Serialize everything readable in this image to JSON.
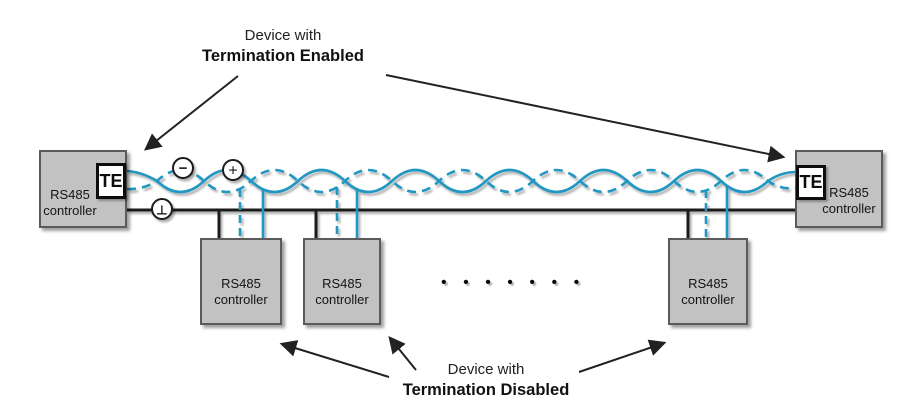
{
  "diagram": {
    "annotation_top": {
      "line1": "Device with",
      "line2": "Termination Enabled"
    },
    "annotation_bottom": {
      "line1": "Device with",
      "line2": "Termination Disabled"
    },
    "devices": {
      "left_end": {
        "name_line1": "RS485",
        "name_line2": "controller",
        "te_badge": "TE",
        "termination": "enabled"
      },
      "right_end": {
        "name_line1": "RS485",
        "name_line2": "controller",
        "te_badge": "TE",
        "termination": "enabled"
      },
      "tap_1": {
        "name_line1": "RS485",
        "name_line2": "controller",
        "termination": "disabled"
      },
      "tap_2": {
        "name_line1": "RS485",
        "name_line2": "controller",
        "termination": "disabled"
      },
      "tap_3": {
        "name_line1": "RS485",
        "name_line2": "controller",
        "termination": "disabled"
      }
    },
    "wire_symbols": {
      "minus": "−",
      "plus": "+",
      "ground": "⊥"
    },
    "ellipsis": "•••••••",
    "colors": {
      "wire_blue": "#2097c2",
      "box_fill": "#c2c2c2",
      "box_border": "#5a5a5a",
      "line_black": "#1c1c1c"
    }
  }
}
